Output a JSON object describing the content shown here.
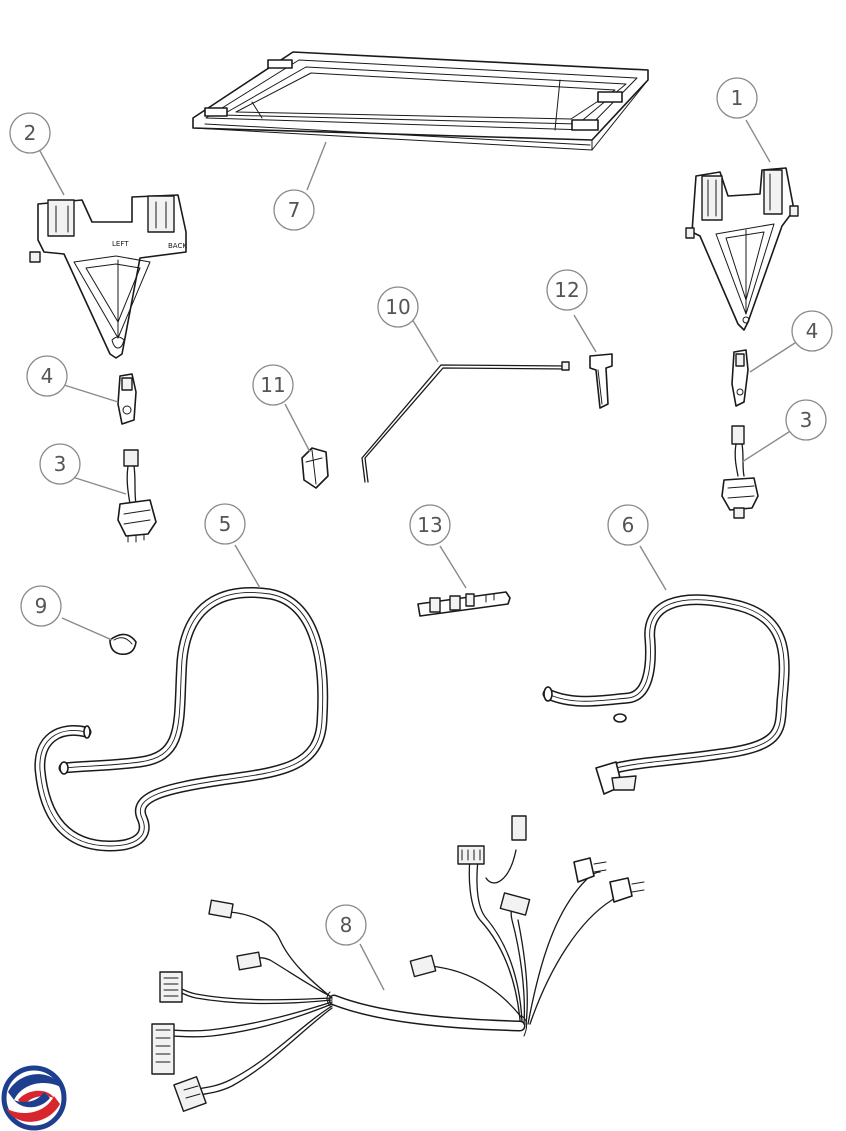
{
  "callouts": [
    {
      "id": "part-1",
      "label": "1"
    },
    {
      "id": "part-2",
      "label": "2"
    },
    {
      "id": "part-3a",
      "label": "3"
    },
    {
      "id": "part-3b",
      "label": "3"
    },
    {
      "id": "part-4a",
      "label": "4"
    },
    {
      "id": "part-4b",
      "label": "4"
    },
    {
      "id": "part-5",
      "label": "5"
    },
    {
      "id": "part-6",
      "label": "6"
    },
    {
      "id": "part-7",
      "label": "7"
    },
    {
      "id": "part-8",
      "label": "8"
    },
    {
      "id": "part-9",
      "label": "9"
    },
    {
      "id": "part-10",
      "label": "10"
    },
    {
      "id": "part-11",
      "label": "11"
    },
    {
      "id": "part-12",
      "label": "12"
    },
    {
      "id": "part-13",
      "label": "13"
    }
  ],
  "bracket_left_marks": [
    "LEFT",
    "BACK"
  ],
  "logo": {
    "name": "brand-logo",
    "colors": [
      "#1e3f8f",
      "#d8262e"
    ]
  }
}
